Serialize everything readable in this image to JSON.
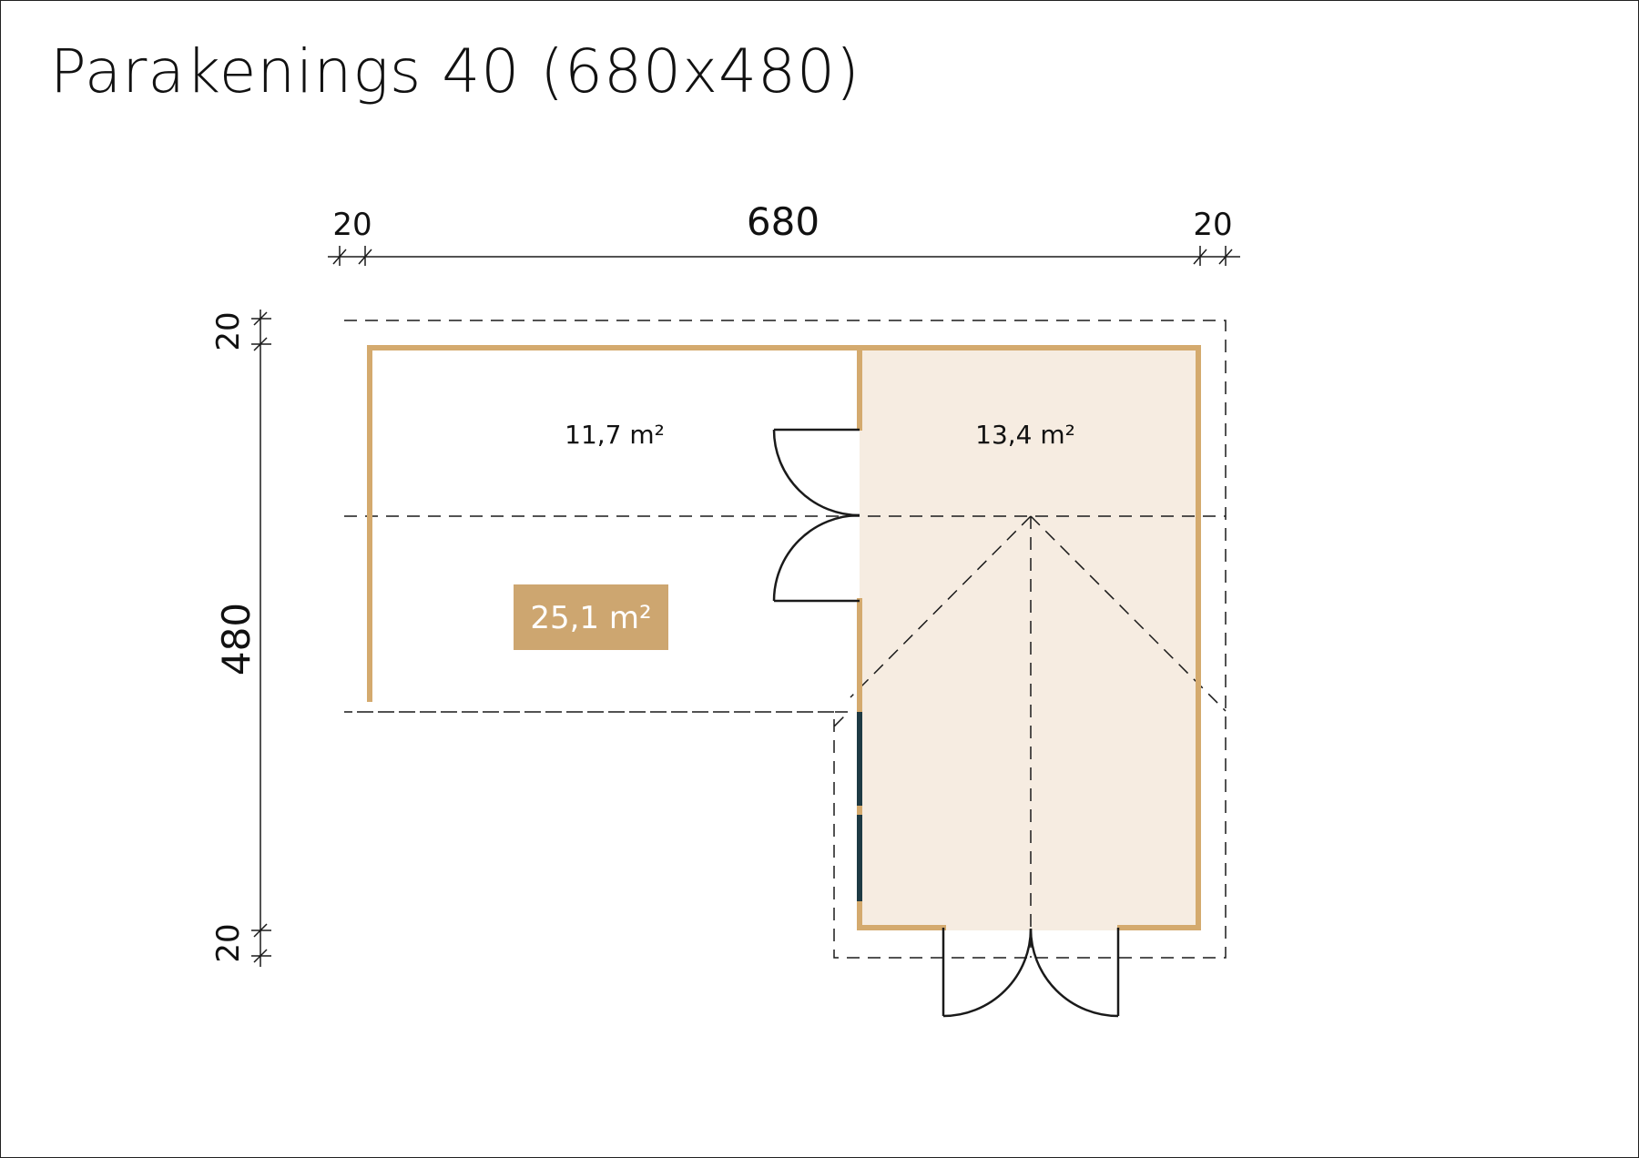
{
  "title": "Parakenings 40 (680x480)",
  "dimensions": {
    "left_overhang": "20",
    "width": "680",
    "right_overhang": "20",
    "top_overhang": "20",
    "depth": "480",
    "bottom_overhang": "20"
  },
  "areas": {
    "covered": "11,7 m²",
    "room": "13,4 m²",
    "total": "25,1 m²"
  },
  "colors": {
    "wall": "#d4aa6e",
    "room_fill": "#f6ece1",
    "total_badge": "#cda670",
    "window": "#1e3a44",
    "line": "#1a1a1a"
  }
}
